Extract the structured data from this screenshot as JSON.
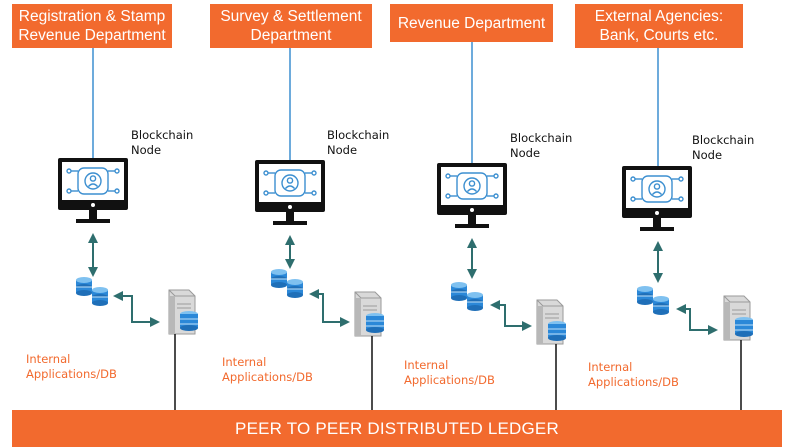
{
  "departments": [
    {
      "label": "Registration & Stamp\nRevenue Department"
    },
    {
      "label": "Survey & Settlement\nDepartment"
    },
    {
      "label": "Revenue Department"
    },
    {
      "label": "External Agencies:\nBank, Courts etc."
    }
  ],
  "node_label": "Blockchain\nNode",
  "app_label": "Internal\nApplications/DB",
  "ledger_label": "PEER TO PEER DISTRIBUTED LEDGER",
  "colors": {
    "accent": "#f26a2e",
    "line": "#3c8fd0",
    "arrow": "#2e6e6e",
    "db": "#2b88d8"
  }
}
